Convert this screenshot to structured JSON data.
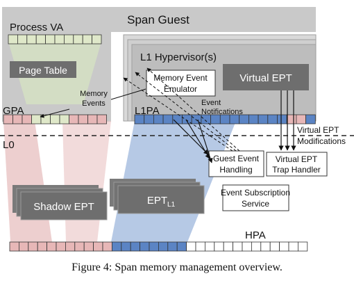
{
  "labels": {
    "span_guest": "Span Guest",
    "process_va": "Process VA",
    "page_table": "Page Table",
    "l1_hypervisors": "L1 Hypervisor(s)",
    "memory_event_emulator": [
      "Memory Event",
      "Emulator"
    ],
    "virtual_ept": "Virtual EPT",
    "memory_events": [
      "Memory",
      "Events"
    ],
    "event_notifications": [
      "Event",
      "Notifications"
    ],
    "gpa": "GPA",
    "l1pa": "L1PA",
    "l0": "L0",
    "virtual_ept_modifications": [
      "Virtual EPT",
      "Modifications"
    ],
    "guest_event_handling": [
      "Guest Event",
      "Handling"
    ],
    "virtual_ept_trap_handler": [
      "Virtual EPT",
      "Trap Handler"
    ],
    "event_subscription_service": [
      "Event Subscription",
      "Service"
    ],
    "shadow_ept": "Shadow EPT",
    "ept_l1_base": "EPT",
    "ept_l1_sub": "L1",
    "hpa": "HPA"
  },
  "caption": "Figure 4:  Span memory management overview.",
  "colors": {
    "guest_bg": "#c9c9c9",
    "l1_bg": "#bdbdbd",
    "dark_box": "#6e6e6e",
    "va_fill": "#dfe8c9",
    "pink_fill": "#e7b7b7",
    "blue_fill": "#5b84c4",
    "pink_band": "#e9c3c3",
    "blue_band": "#a9c0e0",
    "green_band": "#d5e0c3"
  }
}
